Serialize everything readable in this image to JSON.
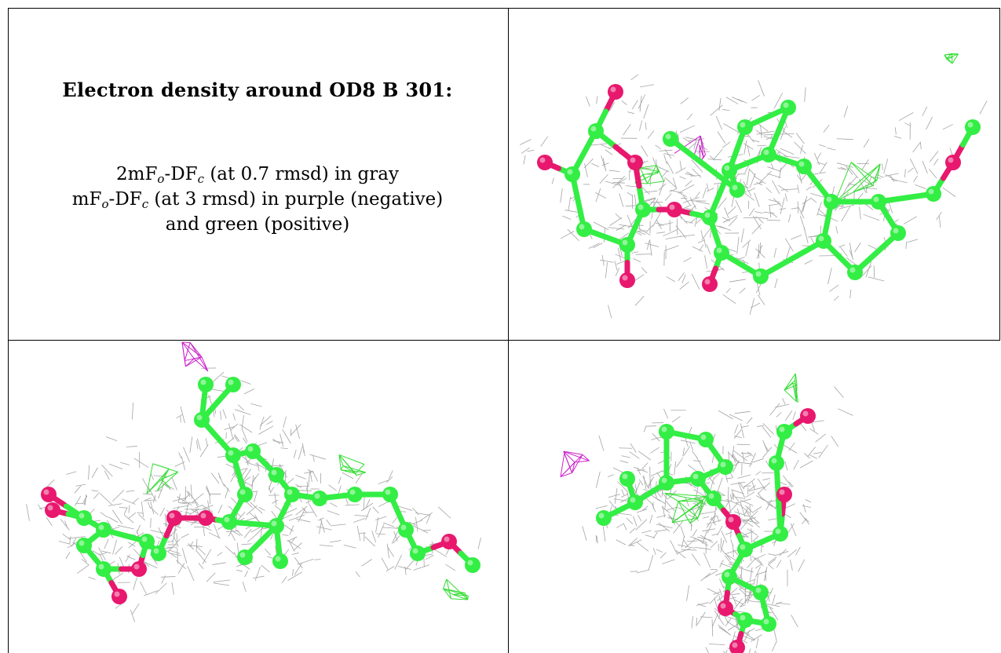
{
  "caption": {
    "title": "Electron density around OD8 B 301:",
    "line1": {
      "pre": "2mF",
      "sub1": "o",
      "mid": "-DF",
      "sub2": "c",
      "post": " (at 0.7 rmsd) in gray"
    },
    "line2": {
      "pre": "mF",
      "sub1": "o",
      "mid": "-DF",
      "sub2": "c",
      "post": " (at 3 rmsd) in purple (negative)"
    },
    "line3": "and green (positive)"
  },
  "colors": {
    "carbon": "#33ee44",
    "oxygen": "#e8186e",
    "mesh_2fofc": "#9a9a9a",
    "mesh_negative": "#cc22cc",
    "mesh_positive": "#33dd33"
  }
}
